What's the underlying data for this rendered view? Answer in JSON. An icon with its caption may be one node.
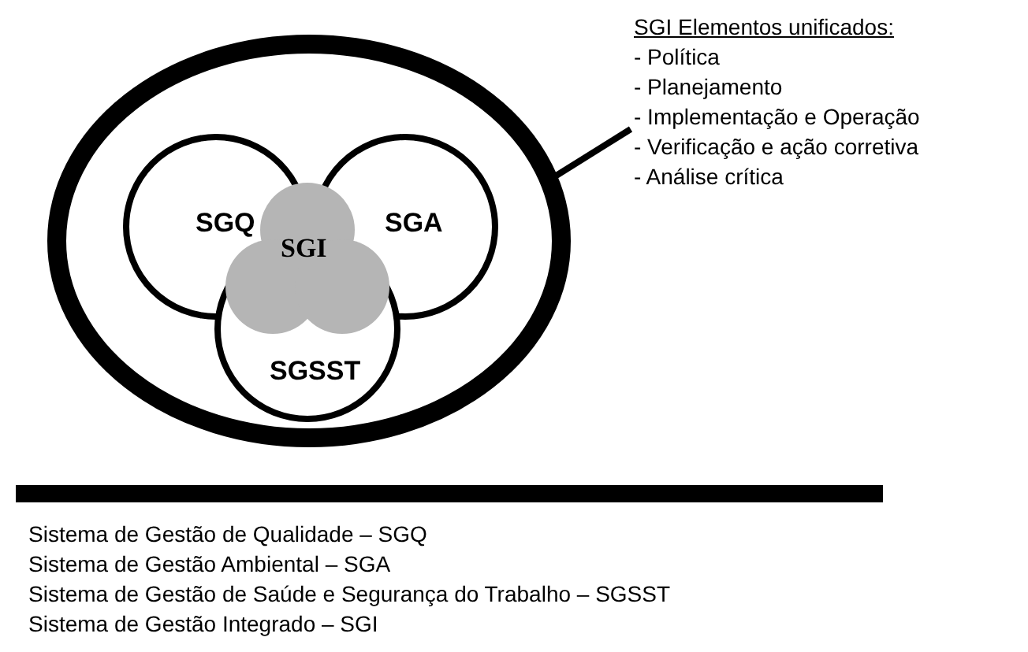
{
  "diagram": {
    "nodes": [
      {
        "text": [],
        "shape": "circle"
      },
      {
        "text": [
          "SGQ"
        ],
        "in": 0
      },
      {
        "text": [
          "SGA"
        ],
        "in": 0
      },
      {
        "text": [
          "SGSST"
        ],
        "in": 0
      },
      {
        "text": [
          "SGI"
        ],
        "in": 0
      },
      {
        "text": [
          "SGI  Elementos unificados:",
          "- Política",
          "- Planejamento",
          "- Implementação e Operação",
          "- Verificação e ação corretiva",
          "- Análise crítica"
        ]
      }
    ],
    "edges": [
      {
        "from": 5,
        "to": 0,
        "arrow": "none"
      }
    ],
    "labels": [
      "Sistema de Gestão de Qualidade – SGQ",
      "Sistema de Gestão Ambiental – SGA",
      "Sistema de Gestão de Saúde e Segurança do Trabalho – SGSST",
      "Sistema de Gestão Integrado – SGI"
    ]
  }
}
